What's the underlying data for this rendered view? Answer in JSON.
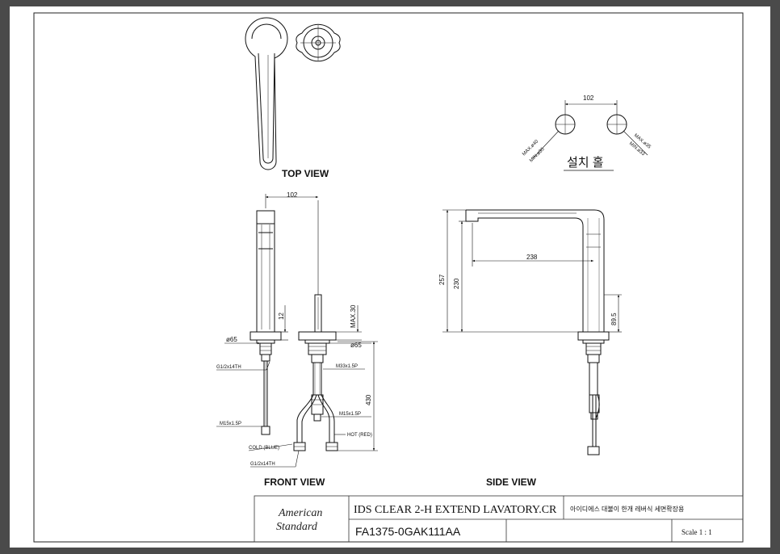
{
  "views": {
    "top": "TOP VIEW",
    "front": "FRONT VIEW",
    "side": "SIDE VIEW"
  },
  "install_holes": {
    "spacing": "102",
    "left_max": "MAX.ø40",
    "left_min": "MIN.ø35",
    "right_max": "MAX.ø35",
    "right_min": "MIN.ø33",
    "caption": "설치 홀"
  },
  "front_dims": {
    "spacing": "102",
    "d12": "12",
    "max30": "MAX.30",
    "dia65_left": "ø65",
    "dia65_right": "ø65",
    "g1_top": "G1/2x14TH",
    "m33": "M33x1.5P",
    "d430": "430",
    "m15_right": "M15x1.5P",
    "m15_left": "M15x1.5P",
    "hot": "HOT (RED)",
    "cold": "COLD (BLUE)",
    "g1_bottom": "G1/2x14TH"
  },
  "side_dims": {
    "d257": "257",
    "d230": "230",
    "d238": "238",
    "d895": "89.5"
  },
  "title_block": {
    "logo_line1": "American",
    "logo_line2": "Standard",
    "product_name": "IDS CLEAR 2-H EXTEND LAVATORY.CR",
    "product_name_ko": "아이디에스 대불이 한개 레버식 세면확장용",
    "model": "FA1375-0GAK111AA",
    "scale": "Scale 1 : 1"
  }
}
